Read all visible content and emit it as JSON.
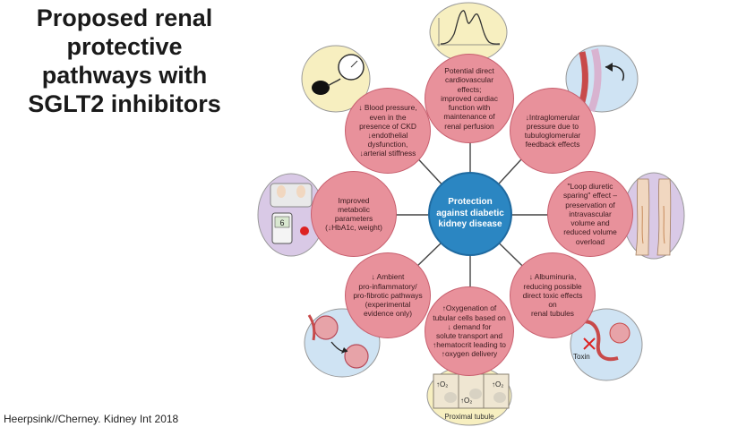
{
  "title": {
    "line1": "Proposed renal",
    "line2": "protective",
    "line3": "pathways with",
    "line4": "SGLT2 inhibitors"
  },
  "citation": "Heerpsink//Cherney. Kidney Int 2018",
  "center": {
    "text": "Protection\nagainst diabetic\nkidney disease"
  },
  "nodes": [
    {
      "id": "top",
      "text": "Potential direct\ncardiovascular effects;\nimproved cardiac\nfunction with\nmaintenance of\nrenal perfusion"
    },
    {
      "id": "top-right",
      "text": "↓Intraglomerular\npressure due to\ntubuloglomerular\nfeedback effects"
    },
    {
      "id": "right",
      "text": "\"Loop diuretic\nsparing\" effect –\npreservation of\nintravascular\nvolume and\nreduced volume\noverload"
    },
    {
      "id": "bottom-right",
      "text": "↓ Albuminuria,\nreducing possible\ndirect toxic effects on\nrenal tubules"
    },
    {
      "id": "bottom",
      "text": "↑Oxygenation of\ntubular cells based on\n↓ demand for\nsolute transport and\n↑hematocrit leading to\n↑oxygen delivery"
    },
    {
      "id": "bottom-left",
      "text": "↓ Ambient\npro-inflammatory/\npro-fibrotic pathways\n(experimental\nevidence only)"
    },
    {
      "id": "left",
      "text": "Improved\nmetabolic\nparameters\n(↓HbA1c, weight)"
    },
    {
      "id": "top-left",
      "text": "↓ Blood pressure,\neven in the\npresence of CKD\n↓endothelial\ndysfunction,\n↓arterial stiffness"
    }
  ],
  "illustrations": {
    "top": "cardiac-output-curve-icon",
    "top-right": "glomerulus-arteriole-icon",
    "right": "legs-edema-icon",
    "bottom-right": {
      "icon": "kidney-tubule-toxin-icon",
      "label": "Toxin"
    },
    "bottom": {
      "icon": "proximal-tubule-cells-icon",
      "label": "Proximal tubule",
      "o2_labels": [
        "↑O₂",
        "↑O₂",
        "↑O₂"
      ]
    },
    "bottom-left": "glomeruli-inflammation-icon",
    "left": {
      "icon": "scale-glucometer-icon",
      "meter_value": "6"
    },
    "top-left": "blood-pressure-cuff-icon"
  },
  "colors": {
    "node_fill": "#e8919b",
    "node_border": "#c8606f",
    "center_fill": "#2b86c2",
    "illustration_bg_blue": "#cfe3f3",
    "illustration_bg_yellow": "#f7efc0",
    "illustration_bg_purple": "#d9c9e6"
  }
}
